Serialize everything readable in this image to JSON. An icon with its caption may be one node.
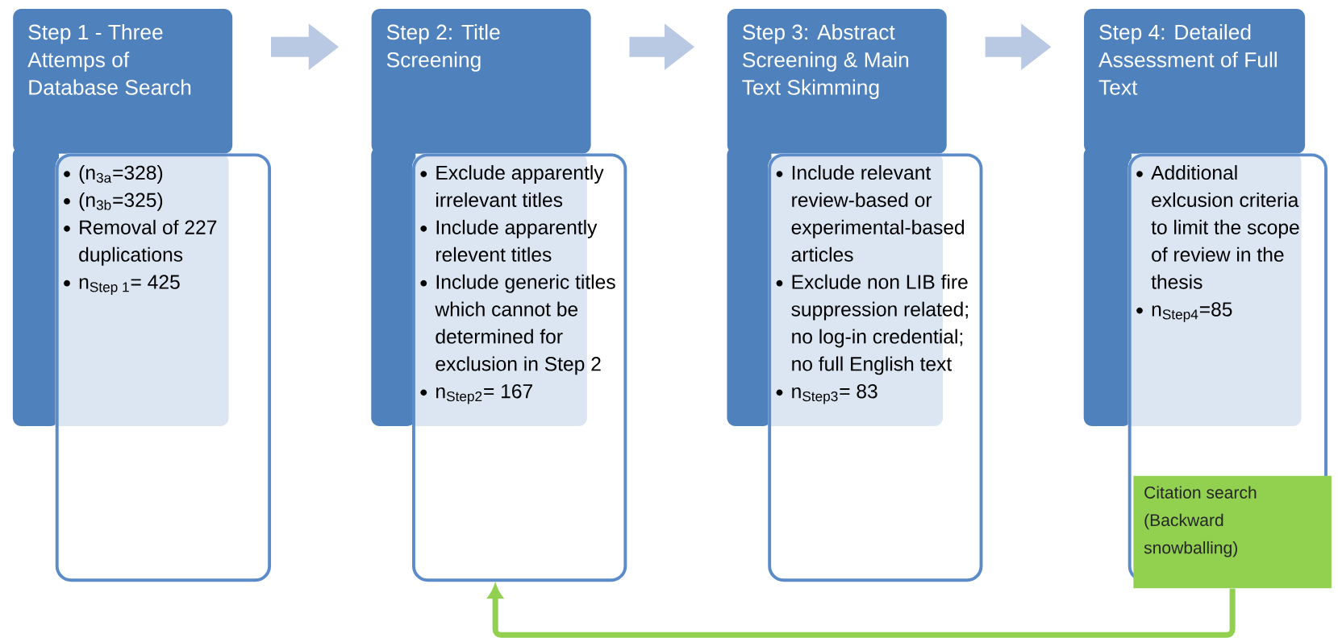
{
  "diagram": {
    "nodes": [
      {
        "text": [
          "Step 1 - Three Attemps of Database Search"
        ]
      },
      {
        "text": [
          "(n$_{3a}$=328)",
          "(n$_{3b}$=325)",
          "Removal of 227 duplications",
          "n$_{Step 1}$= 425"
        ]
      },
      {
        "text": [
          "Step 2: Title Screening"
        ]
      },
      {
        "text": [
          "Exclude apparently irrelevant titles",
          "Include apparently relevent titles",
          "Include generic titles which cannot be determined for exclusion in Step 2",
          "n$_{Step2}$= 167"
        ]
      },
      {
        "text": [
          "Step 3: Abstract Screening & Main Text Skimming"
        ]
      },
      {
        "text": [
          "Include relevant review-based or experimental-based articles",
          "Exclude non LIB fire suppression related; no log-in credential; no full English text",
          "n$_{Step3}$= 83"
        ]
      },
      {
        "text": [
          "Step 4: Detailed Assessment of Full Text"
        ]
      },
      {
        "text": [
          "Additional exlcusion criteria to limit the scope of review in the thesis",
          "n$_{Step4}$=85"
        ]
      },
      {
        "text": [
          "Citation search (Backward snowballing)"
        ],
        "in": 7
      }
    ],
    "edges": [
      {
        "from": 0,
        "to": 2,
        "arrow": "to"
      },
      {
        "from": 2,
        "to": 4,
        "arrow": "to"
      },
      {
        "from": 4,
        "to": 6,
        "arrow": "to"
      },
      {
        "from": 8,
        "to": 3,
        "arrow": "to",
        "color": "#92d050"
      }
    ]
  }
}
